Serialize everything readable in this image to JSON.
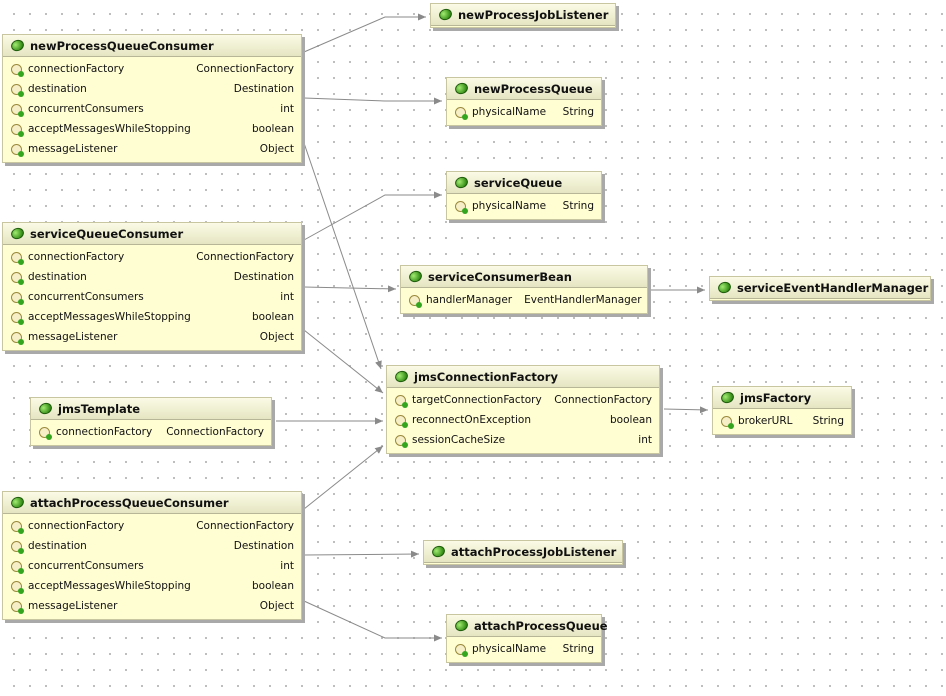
{
  "beans": [
    {
      "id": "newProcessJobListener",
      "properties": []
    },
    {
      "id": "newProcessQueueConsumer",
      "properties": [
        {
          "name": "connectionFactory",
          "type": "ConnectionFactory"
        },
        {
          "name": "destination",
          "type": "Destination"
        },
        {
          "name": "concurrentConsumers",
          "type": "int"
        },
        {
          "name": "acceptMessagesWhileStopping",
          "type": "boolean"
        },
        {
          "name": "messageListener",
          "type": "Object"
        }
      ]
    },
    {
      "id": "newProcessQueue",
      "properties": [
        {
          "name": "physicalName",
          "type": "String"
        }
      ]
    },
    {
      "id": "serviceQueue",
      "properties": [
        {
          "name": "physicalName",
          "type": "String"
        }
      ]
    },
    {
      "id": "serviceQueueConsumer",
      "properties": [
        {
          "name": "connectionFactory",
          "type": "ConnectionFactory"
        },
        {
          "name": "destination",
          "type": "Destination"
        },
        {
          "name": "concurrentConsumers",
          "type": "int"
        },
        {
          "name": "acceptMessagesWhileStopping",
          "type": "boolean"
        },
        {
          "name": "messageListener",
          "type": "Object"
        }
      ]
    },
    {
      "id": "serviceConsumerBean",
      "properties": [
        {
          "name": "handlerManager",
          "type": "EventHandlerManager"
        }
      ]
    },
    {
      "id": "serviceEventHandlerManager",
      "properties": []
    },
    {
      "id": "jmsConnectionFactory",
      "properties": [
        {
          "name": "targetConnectionFactory",
          "type": "ConnectionFactory"
        },
        {
          "name": "reconnectOnException",
          "type": "boolean"
        },
        {
          "name": "sessionCacheSize",
          "type": "int"
        }
      ]
    },
    {
      "id": "jmsTemplate",
      "properties": [
        {
          "name": "connectionFactory",
          "type": "ConnectionFactory"
        }
      ]
    },
    {
      "id": "jmsFactory",
      "properties": [
        {
          "name": "brokerURL",
          "type": "String"
        }
      ]
    },
    {
      "id": "attachProcessQueueConsumer",
      "properties": [
        {
          "name": "connectionFactory",
          "type": "ConnectionFactory"
        },
        {
          "name": "destination",
          "type": "Destination"
        },
        {
          "name": "concurrentConsumers",
          "type": "int"
        },
        {
          "name": "acceptMessagesWhileStopping",
          "type": "boolean"
        },
        {
          "name": "messageListener",
          "type": "Object"
        }
      ]
    },
    {
      "id": "attachProcessJobListener",
      "properties": []
    },
    {
      "id": "attachProcessQueue",
      "properties": [
        {
          "name": "physicalName",
          "type": "String"
        }
      ]
    }
  ],
  "references": [
    {
      "from": "newProcessQueueConsumer",
      "property": "connectionFactory",
      "to": "jmsConnectionFactory"
    },
    {
      "from": "newProcessQueueConsumer",
      "property": "destination",
      "to": "newProcessQueue"
    },
    {
      "from": "newProcessQueueConsumer",
      "property": "messageListener",
      "to": "newProcessJobListener"
    },
    {
      "from": "serviceQueueConsumer",
      "property": "connectionFactory",
      "to": "jmsConnectionFactory"
    },
    {
      "from": "serviceQueueConsumer",
      "property": "destination",
      "to": "serviceQueue"
    },
    {
      "from": "serviceQueueConsumer",
      "property": "messageListener",
      "to": "serviceConsumerBean"
    },
    {
      "from": "serviceConsumerBean",
      "property": "handlerManager",
      "to": "serviceEventHandlerManager"
    },
    {
      "from": "jmsTemplate",
      "property": "connectionFactory",
      "to": "jmsConnectionFactory"
    },
    {
      "from": "jmsConnectionFactory",
      "property": "targetConnectionFactory",
      "to": "jmsFactory"
    },
    {
      "from": "attachProcessQueueConsumer",
      "property": "connectionFactory",
      "to": "jmsConnectionFactory"
    },
    {
      "from": "attachProcessQueueConsumer",
      "property": "destination",
      "to": "attachProcessQueue"
    },
    {
      "from": "attachProcessQueueConsumer",
      "property": "messageListener",
      "to": "attachProcessJobListener"
    }
  ],
  "colors": {
    "bean_fill": "#fffdd2",
    "bean_header": "#e6e5c2",
    "bean_icon": "#2f8a12",
    "edge": "#8a8a8a"
  }
}
